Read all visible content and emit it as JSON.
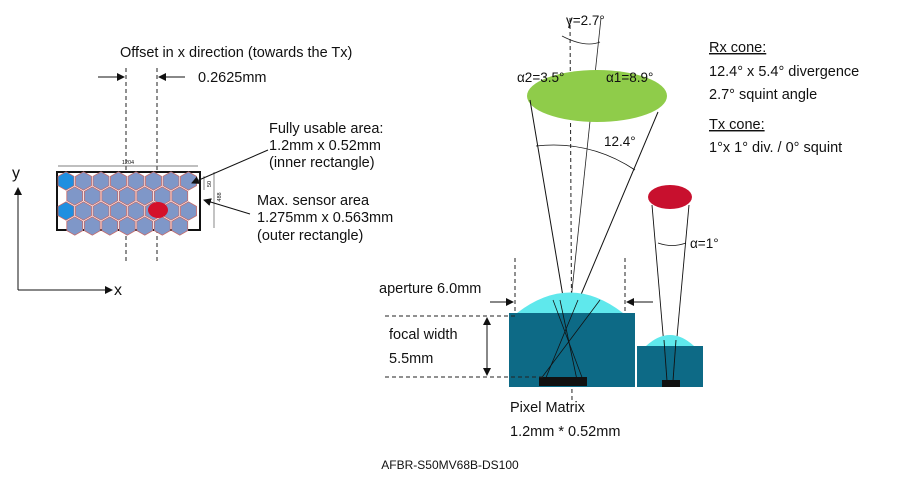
{
  "offset": {
    "title": "Offset in x direction (towards the Tx)",
    "value": "0.2625mm"
  },
  "sensor": {
    "dim_width": "1204",
    "dim_height": "488",
    "dim_small": "50"
  },
  "usable_area": {
    "line1": "Fully usable area:",
    "line2": "1.2mm x 0.52mm",
    "line3": "(inner rectangle)"
  },
  "max_area": {
    "line1": "Max. sensor area",
    "line2": "1.275mm x 0.563mm",
    "line3": "(outer rectangle)"
  },
  "axes": {
    "y": "y",
    "x": "x"
  },
  "optics": {
    "gamma": "γ=2.7°",
    "alpha2": "α2=3.5°",
    "alpha1": "α1=8.9°",
    "cone_angle": "12.4°",
    "tx_alpha": "α=1°",
    "aperture": "aperture 6.0mm",
    "focal_line1": "focal width",
    "focal_line2": "5.5mm",
    "pixel_line1": "Pixel Matrix",
    "pixel_line2": "1.2mm * 0.52mm"
  },
  "rx_cone": {
    "title": "Rx cone:",
    "line1": "12.4° x 5.4° divergence",
    "line2": "2.7° squint angle"
  },
  "tx_cone": {
    "title": "Tx cone:",
    "line1": "1°x 1° div. / 0° squint"
  },
  "footer": "AFBR-S50MV68B-DS100",
  "colors": {
    "pixel_fill": "#7f97c8",
    "pixel_stroke": "#c46a6a",
    "pixel_blue": "#1f8fe0",
    "hot_spot": "#d4102a",
    "rx_spot": "#8fcc4a",
    "tx_spot": "#c8102e",
    "lens": "#5fe8ec",
    "housing": "#0d6a86",
    "matrix": "#111111"
  }
}
